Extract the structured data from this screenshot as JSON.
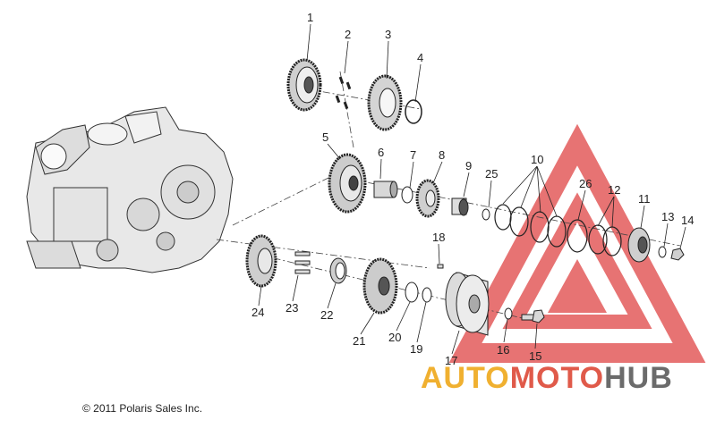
{
  "callouts": [
    "1",
    "2",
    "3",
    "4",
    "5",
    "6",
    "7",
    "8",
    "9",
    "25",
    "10",
    "26",
    "12",
    "11",
    "13",
    "14",
    "18",
    "24",
    "23",
    "22",
    "21",
    "20",
    "19",
    "17",
    "16",
    "15"
  ],
  "copyright": "© 2011 Polaris Sales Inc.",
  "watermark": {
    "part1": "AUTO",
    "part2": "MOTO",
    "part3": "HUB",
    "colors": {
      "auto": "#f0b030",
      "moto": "#e05a4a",
      "hub": "#6b6b6b",
      "triangle": "#e35b5b"
    }
  }
}
